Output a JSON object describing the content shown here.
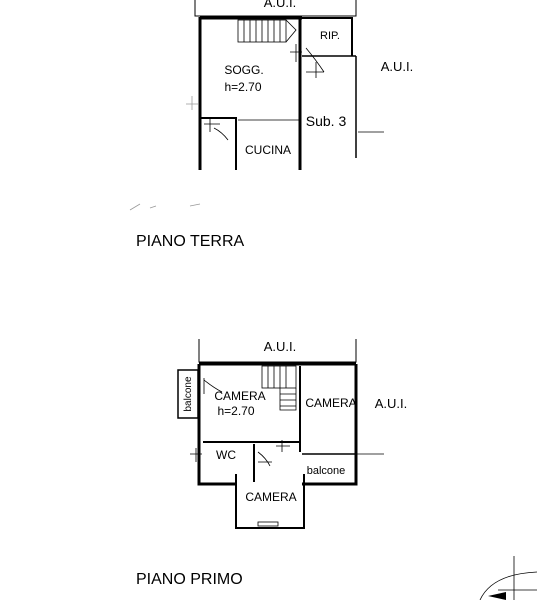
{
  "ground_floor": {
    "title": "PIANO TERRA",
    "aui_top": "A.U.I.",
    "aui_right": "A.U.I.",
    "rooms": {
      "rip": "RIP.",
      "sogg_name": "SOGG.",
      "sogg_height": "h=2.70",
      "sub": "Sub. 3",
      "cucina": "CUCINA"
    }
  },
  "first_floor": {
    "title": "PIANO PRIMO",
    "aui_top": "A.U.I.",
    "aui_right": "A.U.I.",
    "rooms": {
      "balcone_left": "balcone",
      "camera_left_name": "CAMERA",
      "camera_left_height": "h=2.70",
      "camera_right": "CAMERA",
      "wc": "WC",
      "balcone_right": "balcone",
      "camera_bottom": "CAMERA"
    }
  }
}
